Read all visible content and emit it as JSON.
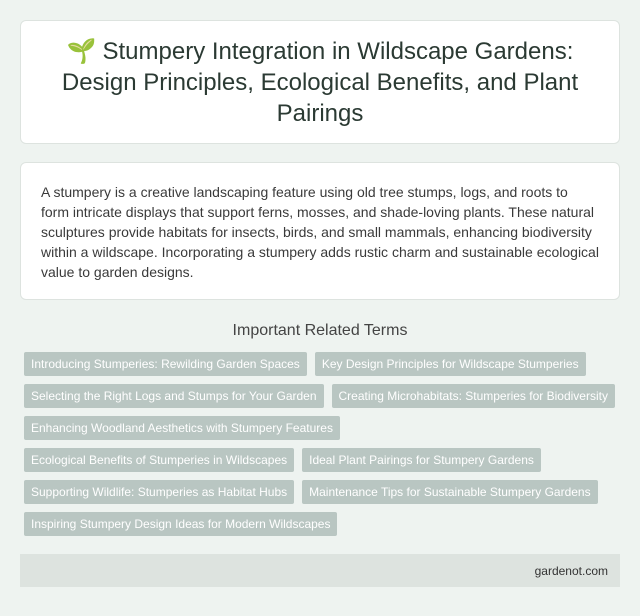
{
  "header": {
    "icon": "sprout-icon",
    "title": "Stumpery Integration in Wildscape Gardens: Design Principles, Ecological Benefits, and Plant Pairings"
  },
  "description": "A stumpery is a creative landscaping feature using old tree stumps, logs, and roots to form intricate displays that support ferns, mosses, and shade-loving plants. These natural sculptures provide habitats for insects, birds, and small mammals, enhancing biodiversity within a wildscape. Incorporating a stumpery adds rustic charm and sustainable ecological value to garden designs.",
  "related": {
    "heading": "Important Related Terms",
    "terms": [
      "Introducing Stumperies: Rewilding Garden Spaces",
      "Key Design Principles for Wildscape Stumperies",
      "Selecting the Right Logs and Stumps for Your Garden",
      "Creating Microhabitats: Stumperies for Biodiversity",
      "Enhancing Woodland Aesthetics with Stumpery Features",
      "Ecological Benefits of Stumperies in Wildscapes",
      "Ideal Plant Pairings for Stumpery Gardens",
      "Supporting Wildlife: Stumperies as Habitat Hubs",
      "Maintenance Tips for Sustainable Stumpery Gardens",
      "Inspiring Stumpery Design Ideas for Modern Wildscapes"
    ]
  },
  "footer": {
    "site": "gardenot.com"
  },
  "colors": {
    "background": "#eef3f0",
    "tag_bg": "#b9c6c2",
    "tag_text": "#ffffff"
  }
}
